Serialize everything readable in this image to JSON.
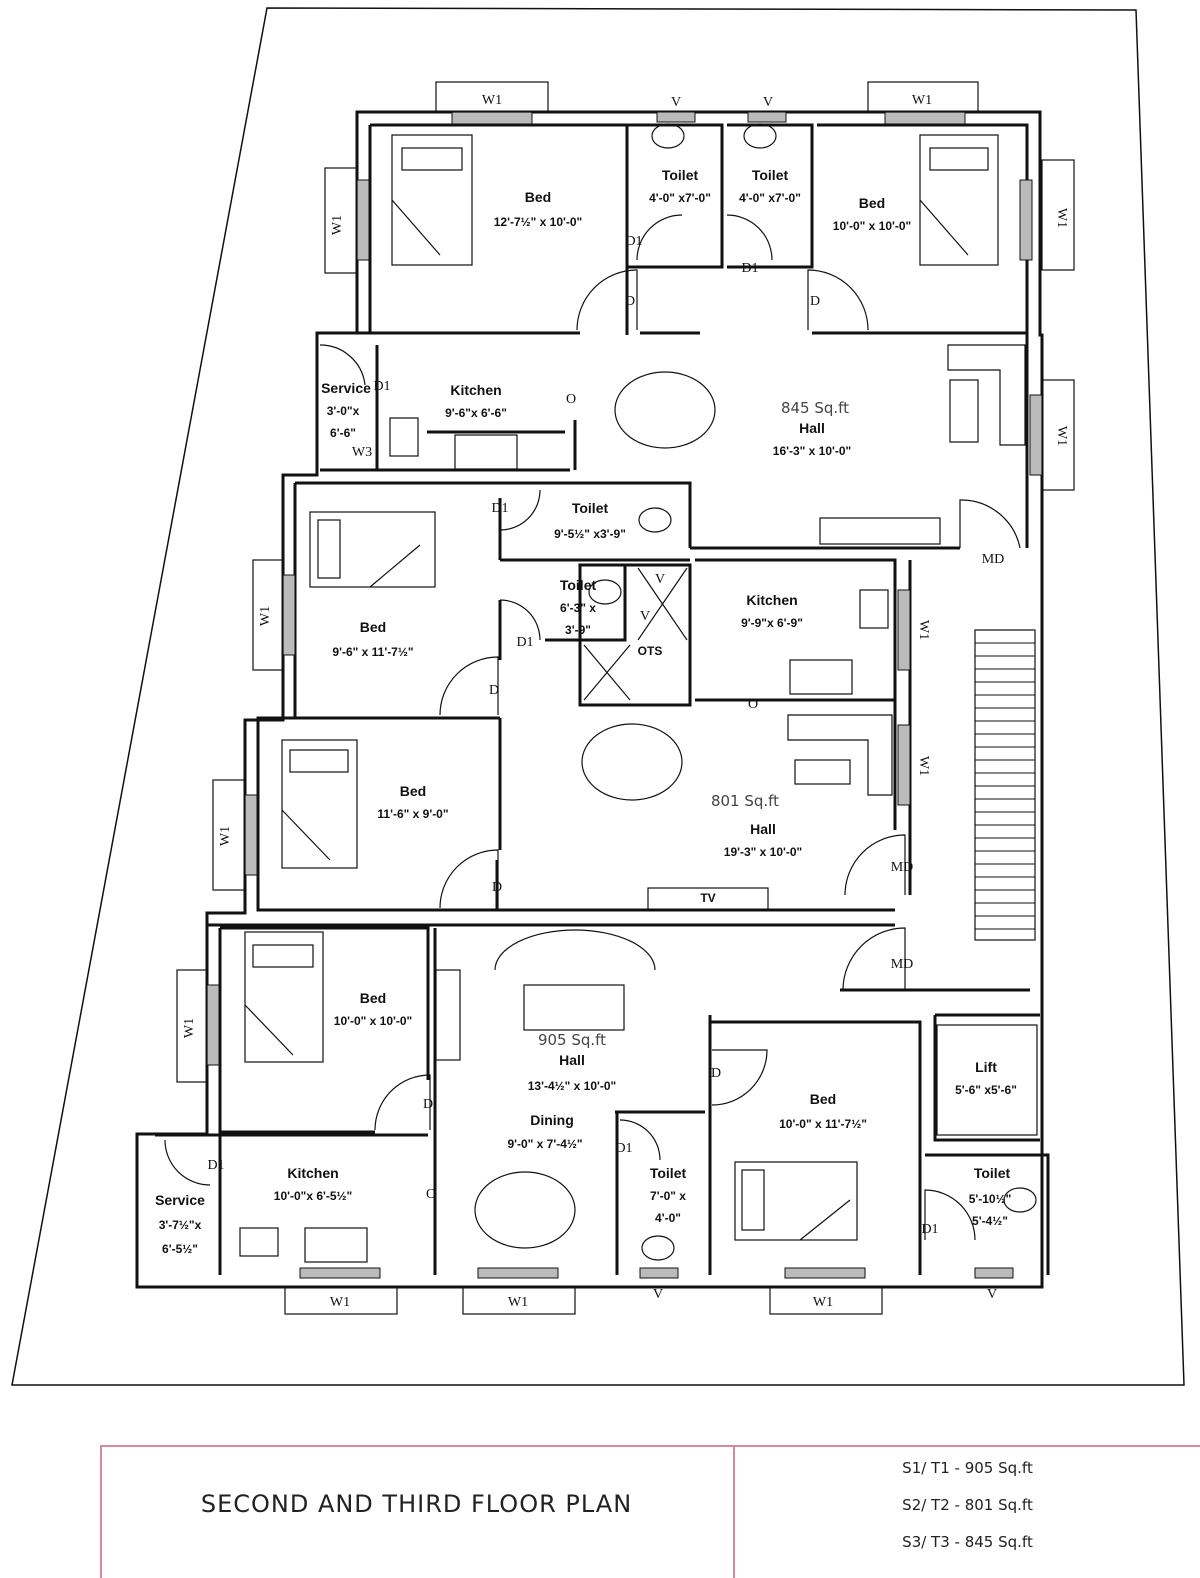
{
  "title": "SECOND AND THIRD FLOOR PLAN",
  "legend": [
    "S1/ T1 - 905 Sq.ft",
    "S2/ T2 - 801 Sq.ft",
    "S3/ T3 - 845 Sq.ft"
  ],
  "labels": {
    "bed": "Bed",
    "toilet": "Toilet",
    "kitchen": "Kitchen",
    "hall": "Hall",
    "service": "Service",
    "dining": "Dining",
    "lift": "Lift",
    "ots": "OTS",
    "tv": "TV"
  },
  "unit3": {
    "area": "845 Sq.ft",
    "bed1_size": "12'-7½\" x 10'-0\"",
    "bed2_size": "10'-0\" x 10'-0\"",
    "toilet1_size": "4'-0\" x7'-0\"",
    "toilet2_size": "4'-0\" x7'-0\"",
    "kitchen_size": "9'-6\"x 6'-6\"",
    "service_size_1": "3'-0\"x",
    "service_size_2": "6'-6\"",
    "hall_size": "16'-3\" x 10'-0\""
  },
  "unit2": {
    "area": "801 Sq.ft",
    "bed1_size": "9'-6\" x 11'-7½\"",
    "bed2_size": "11'-6\" x 9'-0\"",
    "toilet1_size": "9'-5½\" x3'-9\"",
    "toilet2_size_1": "6'-3\" x",
    "toilet2_size_2": "3'-9\"",
    "kitchen_size": "9'-9\"x 6'-9\"",
    "hall_size": "19'-3\" x 10'-0\""
  },
  "unit1": {
    "area": "905 Sq.ft",
    "bed1_size": "10'-0\" x 10'-0\"",
    "bed2_size": "10'-0\" x 11'-7½\"",
    "hall_size": "13'-4½\" x 10'-0\"",
    "dining_size": "9'-0\" x 7'-4½\"",
    "kitchen_size": "10'-0\"x 6'-5½\"",
    "service_size_1": "3'-7½\"x",
    "service_size_2": "6'-5½\"",
    "toilet1_size_1": "7'-0\" x",
    "toilet1_size_2": "4'-0\"",
    "toilet2_size_1": "5'-10½\"",
    "toilet2_size_2": "5'-4½\""
  },
  "lift_size": "5'-6\" x5'-6\"",
  "tags": {
    "w1": "W1",
    "w3": "W3",
    "v": "V",
    "d": "D",
    "d1": "D1",
    "md": "MD",
    "o": "O"
  }
}
